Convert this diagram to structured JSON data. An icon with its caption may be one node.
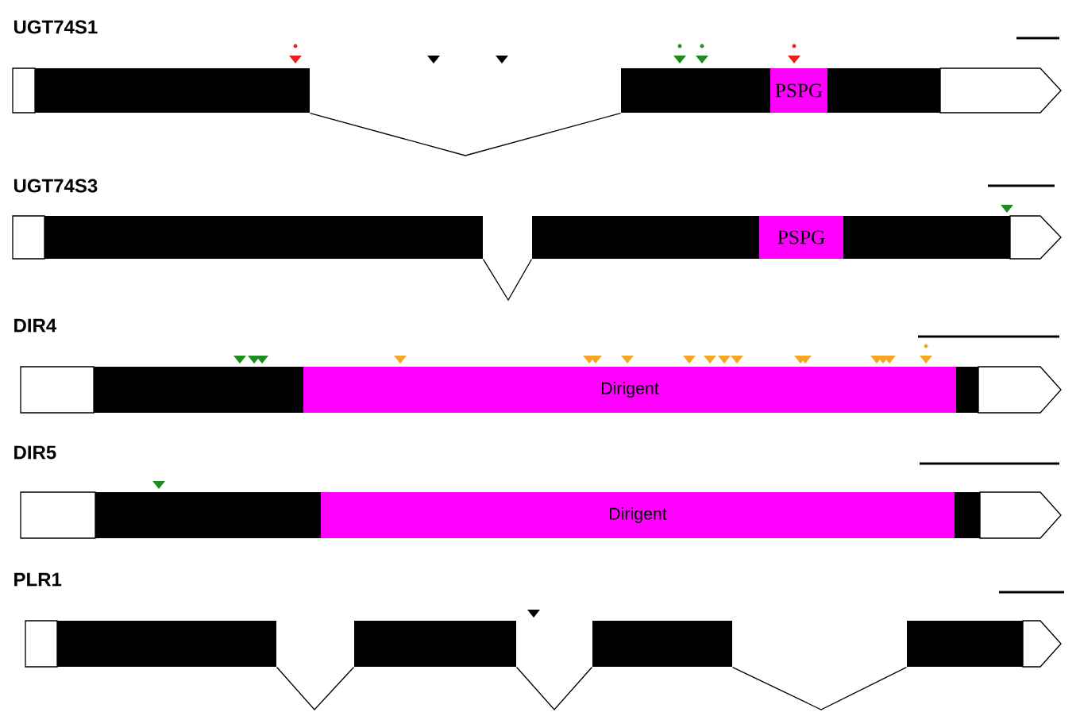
{
  "diagram": {
    "nodes": [
      {
        "text": [],
        "shape": "box"
      },
      {
        "text": [],
        "shape": "box"
      },
      {
        "text": [
          "PSPG"
        ],
        "in": 1
      },
      {
        "text": [],
        "shape": "box"
      },
      {
        "text": [],
        "shape": "box"
      },
      {
        "text": [
          "PSPG"
        ],
        "in": 4
      },
      {
        "text": [],
        "shape": "box"
      },
      {
        "text": [
          "Dirigent"
        ],
        "in": 6
      },
      {
        "text": [],
        "shape": "box"
      },
      {
        "text": [
          "Dirigent"
        ],
        "in": 8
      },
      {
        "text": [],
        "shape": "box"
      },
      {
        "text": [],
        "shape": "box"
      },
      {
        "text": [],
        "shape": "box"
      },
      {
        "text": [],
        "shape": "box"
      }
    ],
    "edges": [
      {
        "from": 0,
        "to": 1,
        "arrow": "none"
      },
      {
        "from": 3,
        "to": 4,
        "arrow": "none"
      },
      {
        "from": 10,
        "to": 11,
        "arrow": "none"
      },
      {
        "from": 11,
        "to": 12,
        "arrow": "none"
      },
      {
        "from": 12,
        "to": 13,
        "arrow": "none"
      }
    ],
    "labels": [
      "UGT74S1",
      "UGT74S3",
      "DIR4",
      "DIR5",
      "PLR1"
    ]
  }
}
